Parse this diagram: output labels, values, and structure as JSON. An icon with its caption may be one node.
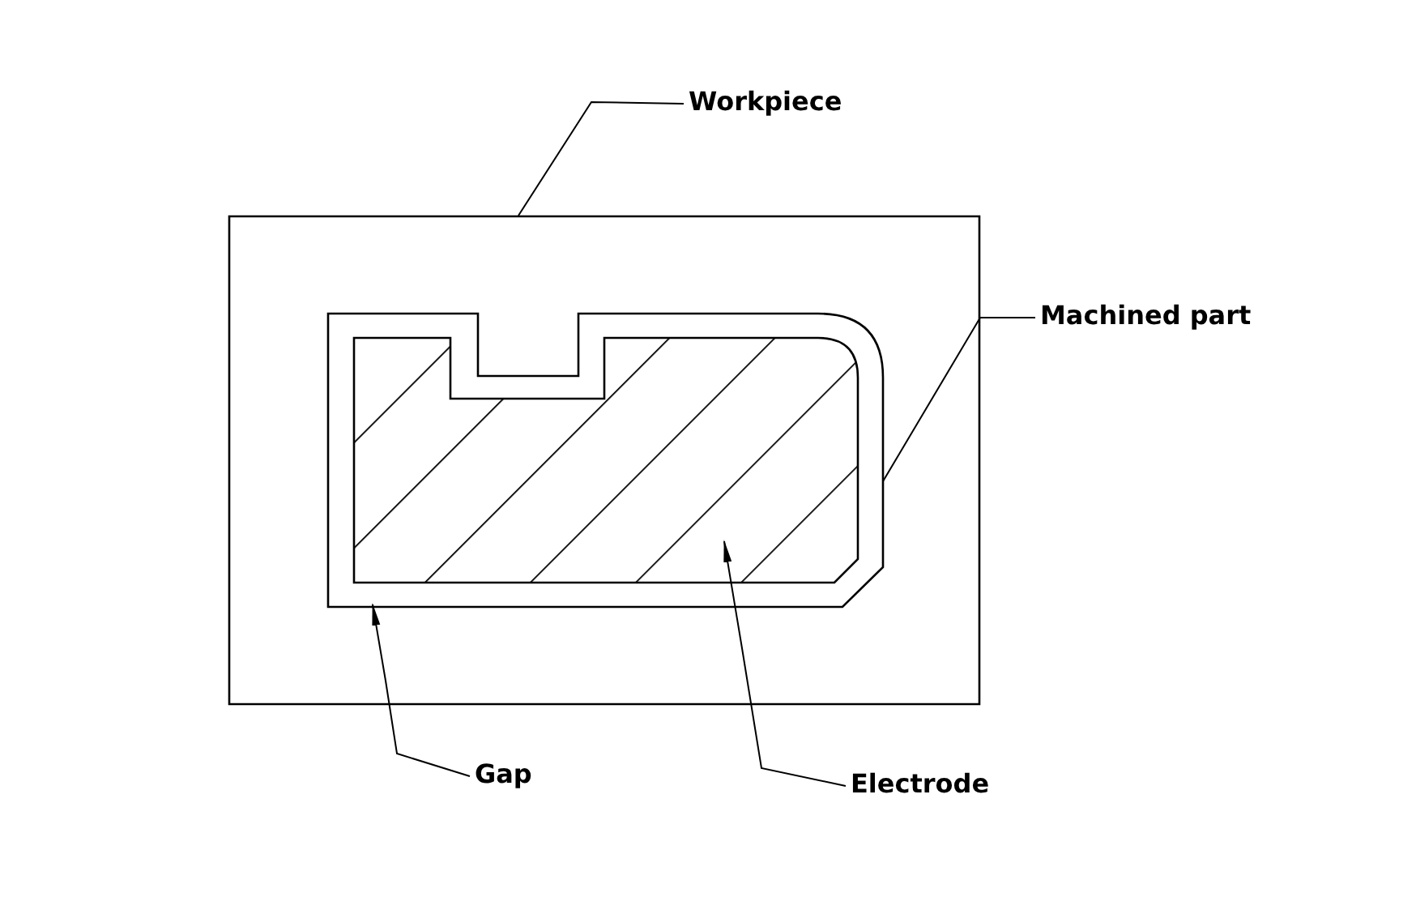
{
  "diagram": {
    "nodes": [
      {
        "text": [
          "Workpiece"
        ]
      },
      {
        "text": [],
        "shape": "box"
      },
      {
        "text": [
          "Machined part"
        ]
      },
      {
        "text": [],
        "shape": "box",
        "in": 1
      },
      {
        "text": [],
        "shape": "box",
        "in": 3
      },
      {
        "text": [
          "Gap"
        ]
      },
      {
        "text": [
          "Electrode"
        ]
      }
    ],
    "edges": [
      {
        "from": 0,
        "to": 1,
        "arrow": "none"
      },
      {
        "from": 2,
        "to": 3,
        "arrow": "none"
      },
      {
        "from": 5,
        "to": 3,
        "arrow": "to"
      },
      {
        "from": 6,
        "to": 4,
        "arrow": "to"
      }
    ]
  }
}
